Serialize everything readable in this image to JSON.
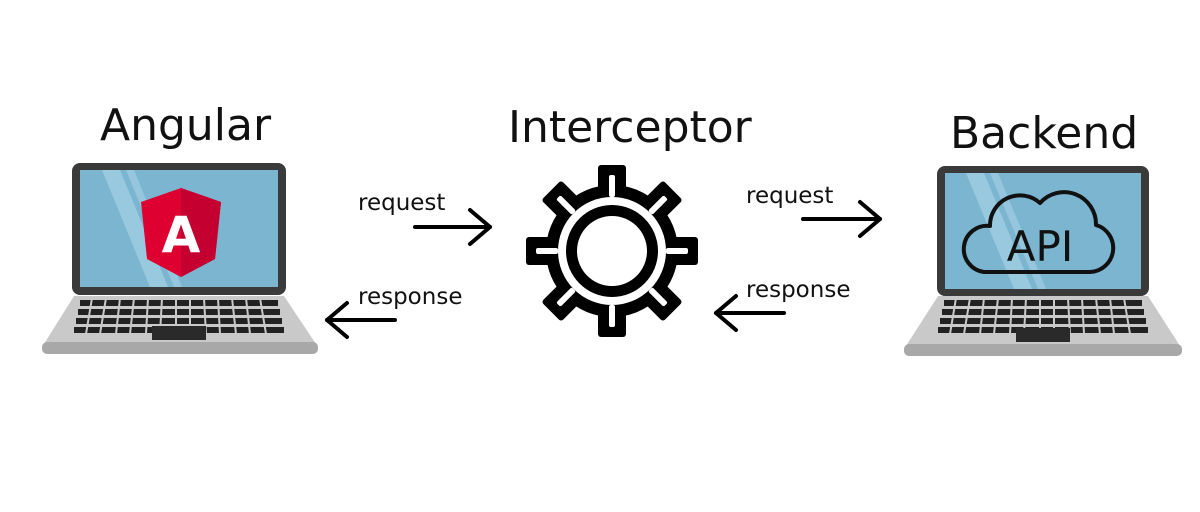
{
  "nodes": {
    "angular": {
      "title": "Angular",
      "logo_letter": "A",
      "logo_color": "#dd0031"
    },
    "interceptor": {
      "title": "Interceptor"
    },
    "backend": {
      "title": "Backend",
      "badge": "API"
    }
  },
  "edges": {
    "left_request": "request",
    "left_response": "response",
    "right_request": "request",
    "right_response": "response"
  },
  "colors": {
    "screen": "#7bb5d0",
    "laptop_body": "#d4d4d4",
    "ink": "#111111"
  }
}
